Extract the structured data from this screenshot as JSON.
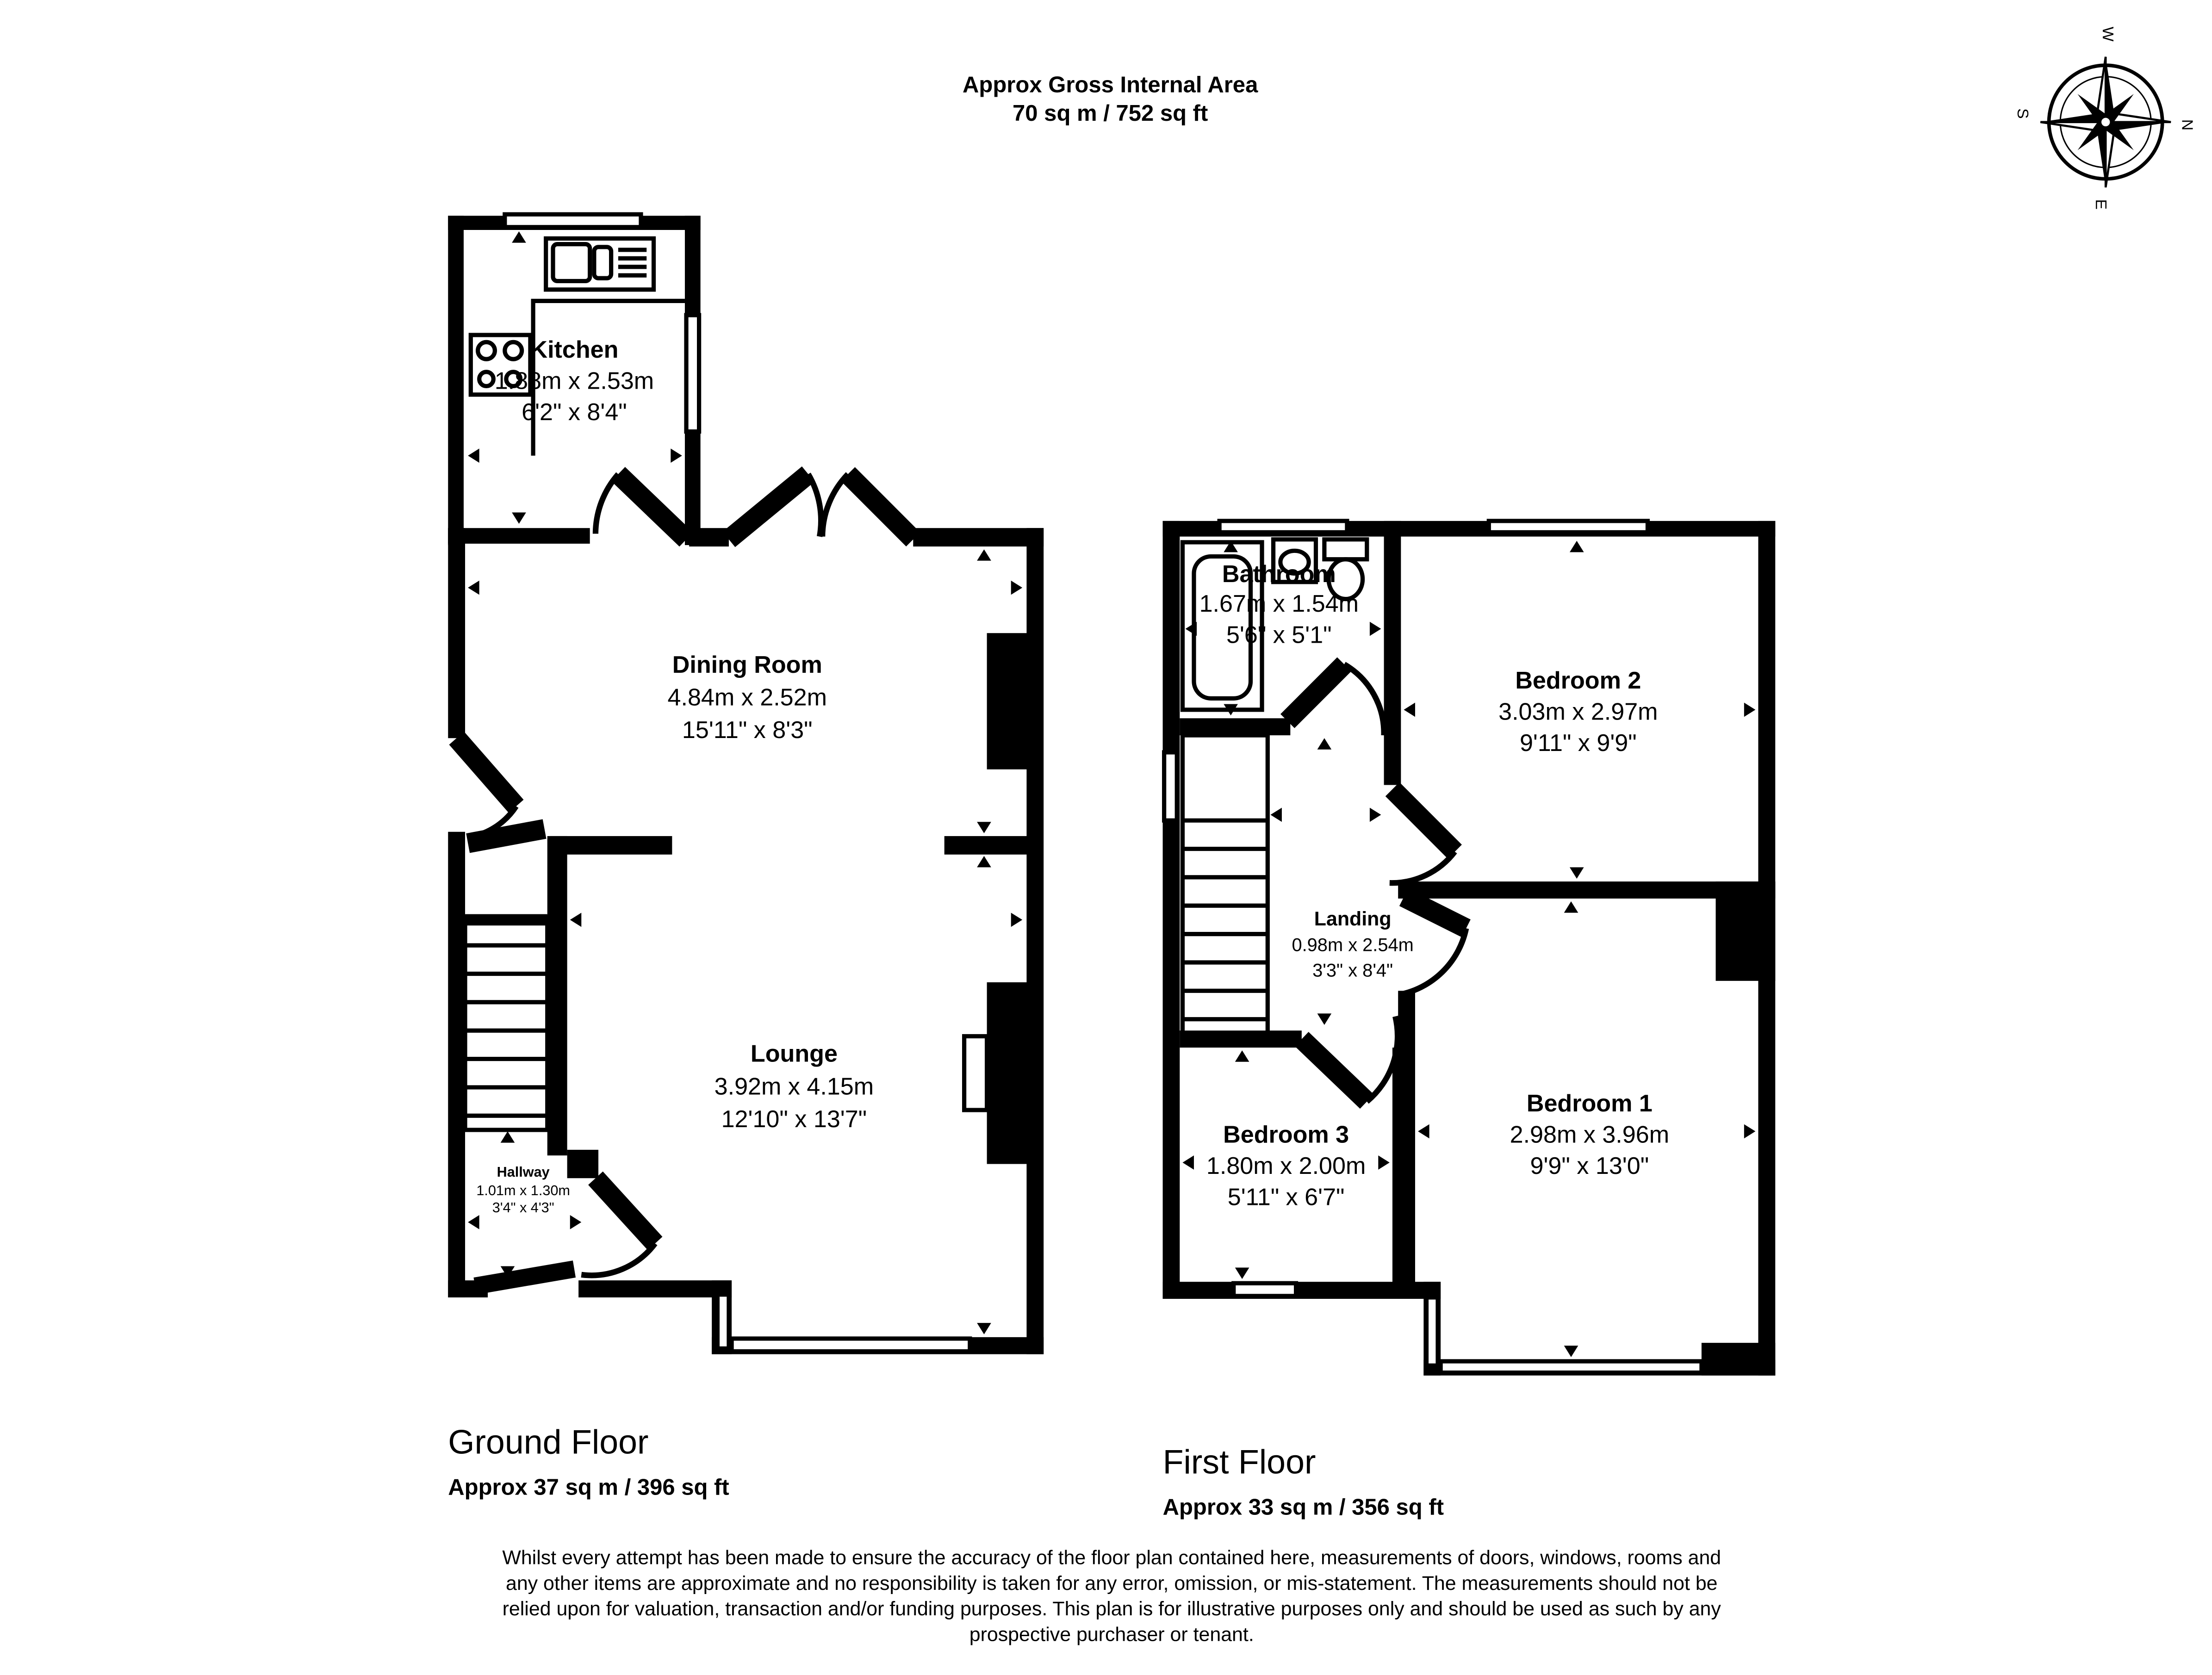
{
  "header": {
    "line1": "Approx Gross Internal Area",
    "line2": "70 sq m / 752 sq ft"
  },
  "compass": {
    "n": "N",
    "e": "E",
    "s": "S",
    "w": "W"
  },
  "ground_floor": {
    "title": "Ground Floor",
    "area": "Approx 37 sq m / 396 sq ft",
    "rooms": {
      "kitchen": {
        "name": "Kitchen",
        "metric": "1.88m x 2.53m",
        "imperial": "6'2\" x 8'4\""
      },
      "dining": {
        "name": "Dining Room",
        "metric": "4.84m x 2.52m",
        "imperial": "15'11\" x 8'3\""
      },
      "lounge": {
        "name": "Lounge",
        "metric": "3.92m x 4.15m",
        "imperial": "12'10\" x 13'7\""
      },
      "hallway": {
        "name": "Hallway",
        "metric": "1.01m x 1.30m",
        "imperial": "3'4\" x 4'3\""
      }
    }
  },
  "first_floor": {
    "title": "First Floor",
    "area": "Approx 33 sq m / 356 sq ft",
    "rooms": {
      "bathroom": {
        "name": "Bathroom",
        "metric": "1.67m x 1.54m",
        "imperial": "5'6\" x 5'1\""
      },
      "bedroom2": {
        "name": "Bedroom 2",
        "metric": "3.03m x 2.97m",
        "imperial": "9'11\" x 9'9\""
      },
      "landing": {
        "name": "Landing",
        "metric": "0.98m x 2.54m",
        "imperial": "3'3\" x 8'4\""
      },
      "bedroom1": {
        "name": "Bedroom 1",
        "metric": "2.98m x 3.96m",
        "imperial": "9'9\" x 13'0\""
      },
      "bedroom3": {
        "name": "Bedroom 3",
        "metric": "1.80m x 2.00m",
        "imperial": "5'11\" x 6'7\""
      }
    }
  },
  "disclaimer": {
    "line1": "Whilst every attempt has been made to ensure the accuracy of the floor plan contained here, measurements of doors, windows, rooms and",
    "line2": "any other items are approximate and no responsibility is taken for any error, omission, or mis-statement. The measurements should not be",
    "line3": "relied upon for valuation, transaction and/or funding purposes. This plan is for illustrative purposes only and should be used as such by any",
    "line4": "prospective purchaser or tenant."
  }
}
